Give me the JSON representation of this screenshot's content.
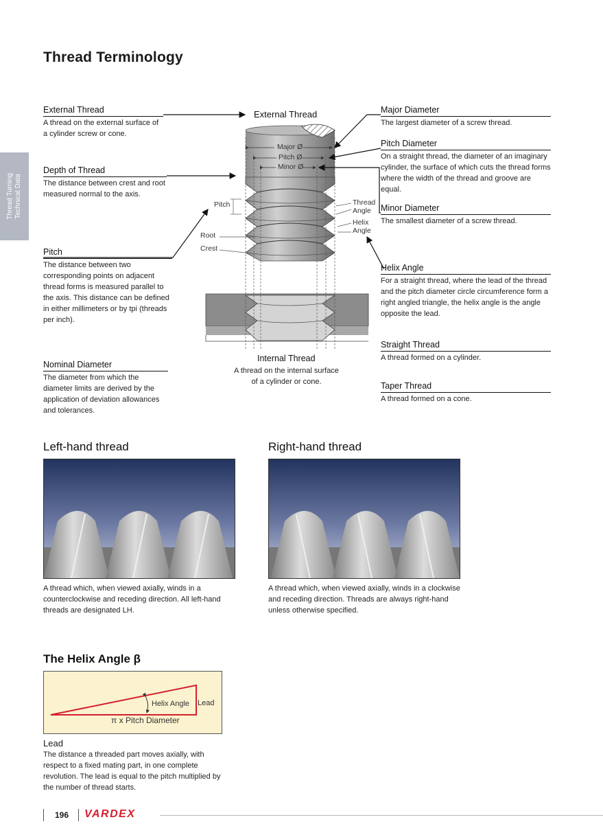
{
  "page": {
    "title": "Thread Terminology",
    "side_tab": [
      "Thread Turning",
      "Technical Data"
    ]
  },
  "terms_left": [
    {
      "heading": "External Thread",
      "text": "A thread on the external surface of a cylinder screw or cone."
    },
    {
      "heading": "Depth of Thread",
      "text": "The distance between crest and root measured normal to the axis."
    },
    {
      "heading": "Pitch",
      "text": "The distance between two corresponding points on adjacent thread forms is measured parallel to the axis. This distance can be defined in either millimeters or by tpi (threads per inch)."
    },
    {
      "heading": "Nominal Diameter",
      "text": "The diameter from which the diameter limits are derived by the application of deviation allowances and tolerances."
    }
  ],
  "terms_right": [
    {
      "heading": "Major Diameter",
      "text": "The largest diameter of a screw thread."
    },
    {
      "heading": "Pitch Diameter",
      "text": "On a straight thread, the diameter of an imaginary cylinder, the surface of which cuts the thread forms where the width of the thread and groove are equal."
    },
    {
      "heading": "Minor Diameter",
      "text": "The smallest diameter of a screw thread."
    },
    {
      "heading": "Helix Angle",
      "text": "For a straight thread, where the lead of the thread and the pitch diameter circle circumference form a right angled triangle, the helix angle is the angle opposite the lead."
    },
    {
      "heading": "Straight Thread",
      "text": "A thread formed on a cylinder."
    },
    {
      "heading": "Taper Thread",
      "text": "A thread formed on a cone."
    }
  ],
  "diagram": {
    "external_label": "External Thread",
    "major": "Major Ø",
    "pitch": "Pitch Ø",
    "minor": "Minor Ø",
    "pitch_label": "Pitch",
    "root_label": "Root",
    "crest_label": "Crest",
    "thread_angle": [
      "Thread",
      "Angle"
    ],
    "helix_angle": [
      "Helix",
      "Angle"
    ],
    "internal_label": "Internal Thread",
    "internal_text": "A thread on the internal surface of a cylinder or cone."
  },
  "left_hand": {
    "title": "Left-hand thread",
    "text": "A thread which, when viewed axially, winds in a counterclockwise and receding direction. All left-hand threads are designated LH."
  },
  "right_hand": {
    "title": "Right-hand thread",
    "text": "A thread which, when viewed axially, winds in a clockwise and receding direction. Threads are always right-hand unless otherwise specified."
  },
  "helix": {
    "title": "The Helix Angle β",
    "angle_label": "Helix Angle",
    "lead_label": "Lead",
    "base_label": "π x  Pitch Diameter"
  },
  "lead": {
    "heading": "Lead",
    "text": "The distance a threaded part moves axially, with respect to a fixed mating part, in one complete revolution. The lead is equal to the pitch multiplied by the number of thread starts."
  },
  "footer": {
    "page_number": "196",
    "brand": "VARDEX"
  },
  "colors": {
    "accent": "#d61e2e",
    "tab": "#b3b8c2",
    "helix_bg": "#fbf2cf"
  }
}
